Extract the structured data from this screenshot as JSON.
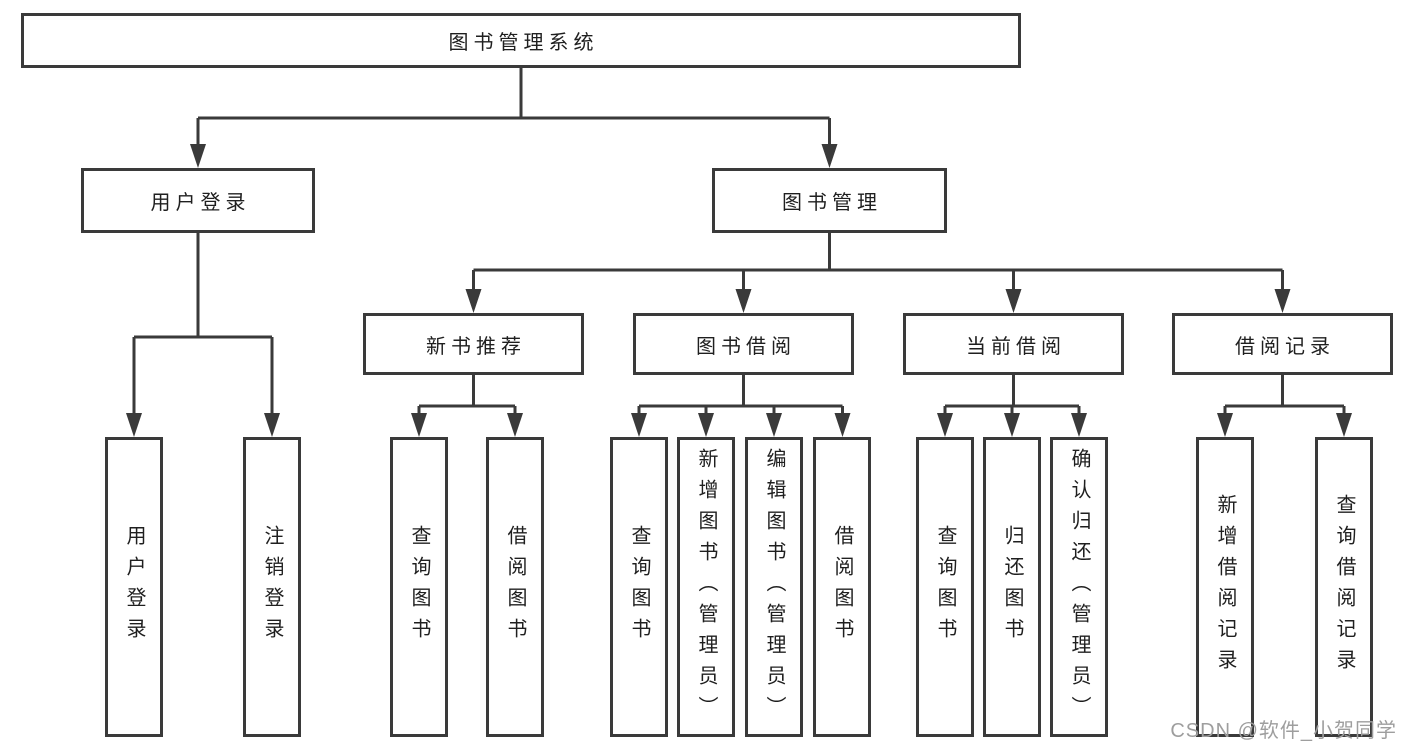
{
  "diagram": {
    "root": {
      "label": "图书管理系统"
    },
    "branches": [
      {
        "label": "用户登录",
        "children": [
          {
            "label": "用户登录"
          },
          {
            "label": "注销登录"
          }
        ]
      },
      {
        "label": "图书管理",
        "children": [
          {
            "label": "新书推荐",
            "children": [
              {
                "label": "查询图书"
              },
              {
                "label": "借阅图书"
              }
            ]
          },
          {
            "label": "图书借阅",
            "children": [
              {
                "label": "查询图书"
              },
              {
                "label": "新增图书（管理员）"
              },
              {
                "label": "编辑图书（管理员）"
              },
              {
                "label": "借阅图书"
              }
            ]
          },
          {
            "label": "当前借阅",
            "children": [
              {
                "label": "查询图书"
              },
              {
                "label": "归还图书"
              },
              {
                "label": "确认归还（管理员）"
              }
            ]
          },
          {
            "label": "借阅记录",
            "children": [
              {
                "label": "新增借阅记录"
              },
              {
                "label": "查询借阅记录"
              }
            ]
          }
        ]
      }
    ]
  },
  "watermark": {
    "text": "CSDN @软件_小贺同学"
  },
  "colors": {
    "line": "#3a3a3a",
    "box_border": "#3a3a3a",
    "text": "#1f1f1f",
    "watermark": "#9e9e9e",
    "background": "#ffffff"
  }
}
